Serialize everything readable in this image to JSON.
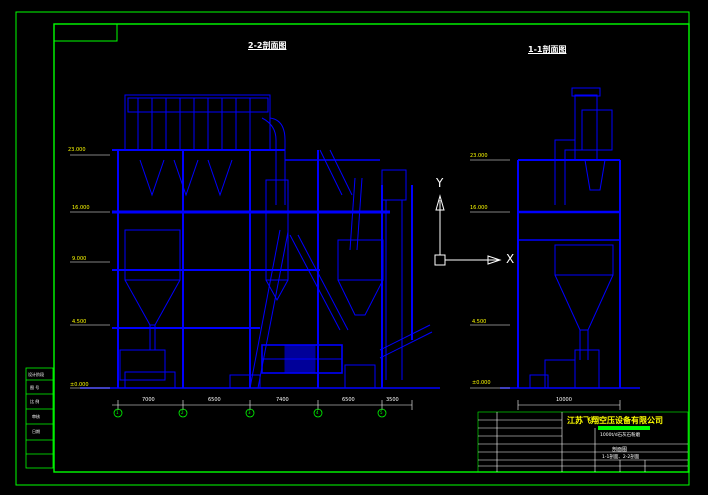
{
  "drawing": {
    "views": [
      {
        "title": "2-2剖面图"
      },
      {
        "title": "1-1剖面图"
      }
    ],
    "elevations_left": [
      "23.000",
      "16.000",
      "9.000",
      "4.500",
      "±0.000"
    ],
    "elevations_right": [
      "23.000",
      "16.000",
      "4.500",
      "±0.000"
    ],
    "dimensions_left": [
      "7000",
      "6500",
      "7400",
      "6500",
      "3500"
    ],
    "grid_axes": [
      "1",
      "2",
      "3",
      "4",
      "5"
    ],
    "dimension_right": "10000",
    "ucs": {
      "y_label": "Y",
      "x_label": "X"
    },
    "title_block": {
      "company": "江苏飞翔空压设备有限公司",
      "project": "1000t/d石灰石粉磨",
      "drawing_name": "剖面图",
      "drawing_sub": "1-1剖面、2-2剖面"
    },
    "side_labels": [
      "设计阶段",
      "图 号",
      "比 例",
      "审核",
      "日期"
    ]
  },
  "colors": {
    "structure": "#0000ff",
    "frame": "#00ff00",
    "text": "#ffffff",
    "accent": "#ffff00"
  }
}
